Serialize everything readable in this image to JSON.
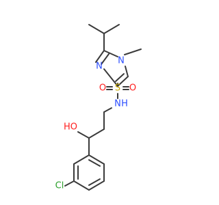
{
  "atoms": {
    "n1": {
      "text": "N",
      "color": "#2b4dff"
    },
    "n3": {
      "text": "N",
      "color": "#2b4dff"
    },
    "s": {
      "text": "S",
      "color": "#c8a800"
    },
    "o1": {
      "text": "O",
      "color": "#ff1f1f"
    },
    "o2": {
      "text": "O",
      "color": "#ff1f1f"
    },
    "nh": {
      "text": "N",
      "color": "#2b4dff"
    },
    "h": {
      "text": "H",
      "color": "#2b4dff"
    },
    "oh": {
      "text": "HO",
      "color": "#ff1f1f"
    },
    "cl": {
      "text": "Cl",
      "color": "#2ca02c"
    }
  },
  "colors": {
    "bond": "#3a3a3a",
    "background": "#ffffff"
  }
}
